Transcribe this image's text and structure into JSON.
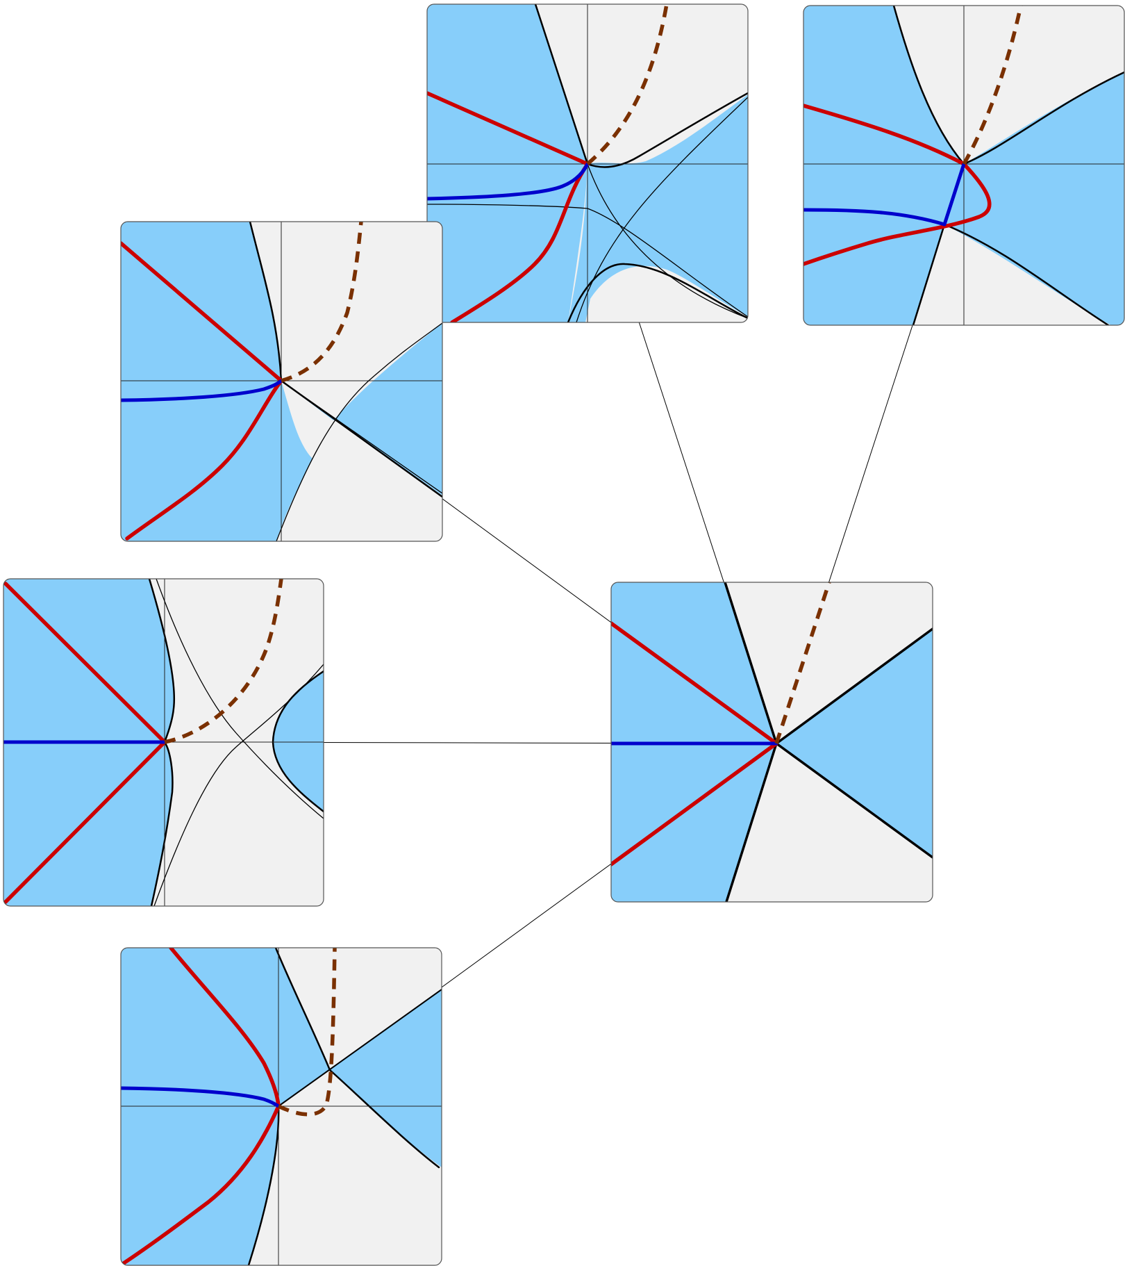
{
  "colors": {
    "region_shaded": "#87cefa",
    "region_plain": "#f1f1f1",
    "curve_red": "#cc0000",
    "curve_blue": "#0000cc",
    "curve_dashed": "#7a3000",
    "boundary": "#000000"
  },
  "panels": [
    {
      "name": "center",
      "role": "central unfolding diagram",
      "curves": [
        "red",
        "blue",
        "dashed-brown",
        "black-boundary"
      ]
    },
    {
      "name": "top-middle",
      "role": "perturbation diagram",
      "curves": [
        "red",
        "blue",
        "dashed-brown",
        "black-boundary"
      ]
    },
    {
      "name": "top-right",
      "role": "perturbation diagram",
      "curves": [
        "red",
        "blue",
        "dashed-brown",
        "black-boundary"
      ]
    },
    {
      "name": "upper-left",
      "role": "perturbation diagram",
      "curves": [
        "red",
        "blue",
        "dashed-brown",
        "black-boundary"
      ]
    },
    {
      "name": "middle-left",
      "role": "perturbation diagram",
      "curves": [
        "red",
        "blue",
        "dashed-brown",
        "black-boundary"
      ]
    },
    {
      "name": "bottom-left",
      "role": "perturbation diagram",
      "curves": [
        "red",
        "blue",
        "dashed-brown",
        "black-boundary"
      ]
    }
  ],
  "icons": [
    "none"
  ]
}
